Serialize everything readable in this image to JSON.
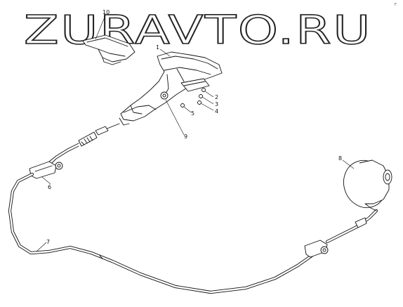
{
  "watermark": "ZURAVTO.RU",
  "corner_mark": "F",
  "callouts": {
    "c1": "1",
    "c2": "2",
    "c3": "3",
    "c4": "4",
    "c5": "5",
    "c6": "6",
    "c7": "7",
    "c8": "8",
    "c9": "9",
    "c10": "10"
  },
  "colors": {
    "ink": "#111111",
    "background": "#ffffff"
  }
}
